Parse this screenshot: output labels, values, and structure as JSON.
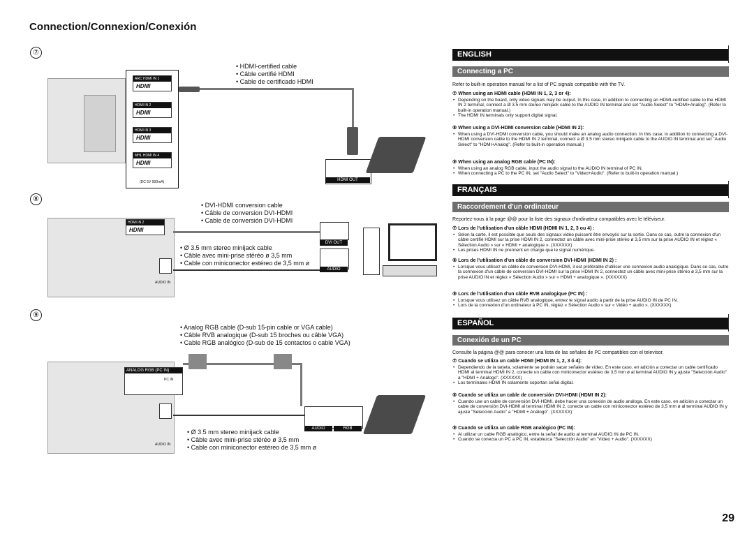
{
  "page": {
    "title": "Connection/Connexion/Conexión",
    "number": "29"
  },
  "diagrams": {
    "d7": {
      "num": "⑦",
      "captions": [
        "HDMI-certified cable",
        "Câble certifié HDMI",
        "Cable de certificado HDMI"
      ],
      "ports": [
        "HDMI IN 1",
        "HDMI IN 2",
        "HDMI IN 3",
        "HDMI IN 4"
      ],
      "port_side": [
        "ARC",
        "",
        "",
        "MHL"
      ],
      "hdmi_logo": "HDMI",
      "dc_note": "(DC 5V 900mA)",
      "pc_tag": "HDMI OUT"
    },
    "d8": {
      "num": "⑧",
      "captions": [
        "DVI-HDMI conversion cable",
        "Câble de conversion DVI-HDMI",
        "Cable de conversión DVI-HDMI"
      ],
      "audio_captions": [
        "Ø 3.5 mm stereo minijack cable",
        "Câble avec mini-prise stéréo ø 3,5 mm",
        "Cable con miniconector estéreo de 3,5 mm ø"
      ],
      "port": "HDMI IN 2",
      "hdmi_logo": "HDMI",
      "dvi_tag": "DVI OUT",
      "audio_tag": "AUDIO",
      "panel_audio": "AUDIO IN"
    },
    "d9": {
      "num": "⑨",
      "captions": [
        "Analog RGB cable (D-sub 15-pin cable or VGA cable)",
        "Câble RVB analogique (D-sub 15 broches ou câble VGA)",
        "Cable RGB analógico (D-sub de 15 contactos o cable VGA)"
      ],
      "audio_captions": [
        "Ø 3.5 mm stereo minijack cable",
        "Câble avec mini-prise stéréo ø 3,5 mm",
        "Cable con miniconector estéreo de 3,5 mm ø"
      ],
      "port": "ANALOG RGB (PC IN)",
      "pc_in": "PC IN",
      "audio_tag": "AUDIO",
      "rgb_tag": "RGB",
      "panel_audio": "AUDIO IN"
    }
  },
  "english": {
    "lang": "ENGLISH",
    "heading": "Connecting a PC",
    "intro": "Refer to built-in operation manual for a list of PC signals compatible with the TV.",
    "items": [
      {
        "h": "⑦ When using an HDMI cable (HDMI IN 1, 2, 3 or 4):",
        "b": [
          "Depending on the board, only video signals may be output. In this case, in addition to connecting an HDMI-certified cable to the HDMI IN 2 terminal, connect a Ø 3.5 mm stereo minijack cable to the AUDIO IN terminal and set \"Audio Select\" to \"HDMI+Analog\". (Refer to built-in operation manual.)",
          "The HDMI IN terminals only support digital signal."
        ]
      },
      {
        "h": "⑧ When using a DVI-HDMI conversion cable (HDMI IN 2):",
        "b": [
          "When using a DVI-HDMI conversion cable, you should make an analog audio connection. In this case, in addition to connecting a DVI-HDMI conversion cable to the HDMI IN 2 terminal, connect a Ø 3.5 mm stereo minijack cable to the AUDIO IN terminal and set \"Audio Select\" to \"HDMI+Analog\". (Refer to built-in operation manual.)"
        ]
      },
      {
        "h": "⑨ When using an analog RGB cable (PC IN):",
        "b": [
          "When using an analog RGB cable, input the audio signal to the AUDIO IN terminal of PC IN.",
          "When connecting a PC to the PC IN, set \"Audio Select\" to \"Video+Audio\". (Refer to built-in operation manual.)"
        ]
      }
    ]
  },
  "francais": {
    "lang": "FRANÇAIS",
    "heading": "Raccordement d'un ordinateur",
    "intro": "Reportez-vous à la page @@ pour la liste des signaux d'ordinateur compatibles avec le téléviseur.",
    "items": [
      {
        "h": "⑦ Lors de l'utilisation d'un câble HDMI (HDMI IN 1, 2, 3 ou 4) :",
        "b": [
          "Selon la carte, il est possible que seuls des signaux vidéo puissent être envoyés sur la sortie. Dans ce cas, outre la connexion d'un câble certifié HDMI sur la prise HDMI IN 2, connectez un câble avec mini-prise stéréo ø 3,5 mm sur la prise AUDIO IN et réglez « Sélection Audio » sur « HDMI + analogique ». (XXXXXX)",
          "Les prises HDMI IN ne prennent en charge que le signal numérique."
        ]
      },
      {
        "h": "⑧ Lors de l'utilisation d'un câble de conversion DVI-HDMI (HDMI IN 2) :",
        "b": [
          "Lorsque vous utilisez un câble de conversion DVI-HDMI, il est préférable d'utiliser une connexion audio analogique. Dans ce cas, outre la connexion d'un câble de conversion DVI-HDMI sur la prise HDMI IN 2, connectez un câble avec mini-prise stéréo ø 3,5 mm sur la prise AUDIO IN et réglez « Sélection Audio » sur « HDMI + analogique ». (XXXXXX)"
        ]
      },
      {
        "h": "⑨ Lors de l'utilisation d'un câble RVB analogique (PC IN) :",
        "b": [
          "Lorsque vous utilisez un câble RVB analogique, entrez le signal audio à partir de la prise AUDIO IN de PC IN.",
          "Lors de la connexion d'un ordinateur à PC IN, réglez « Sélection Audio » sur « Vidéo + audio ». (XXXXXX)"
        ]
      }
    ]
  },
  "espanol": {
    "lang": "ESPAÑOL",
    "heading": "Conexión de un PC",
    "intro": "Consulte la página @@ para conocer una lista de las señales de PC compatibles con el televisor.",
    "items": [
      {
        "h": "⑦ Cuando se utiliza un cable HDMI (HDMI IN 1, 2, 3 ó 4):",
        "b": [
          "Dependiendo de la tarjeta, solamente se podrán sacar señales de vídeo. En este caso, en adición a conectar un cable certificado HDMI al terminal HDMI IN 2, conecte un cable con miniconector estéreo de 3,5 mm ø al terminal AUDIO IN y ajuste \"Selección Audio\" a \"HDMI + Análogo\". (XXXXXX)",
          "Los terminales HDMI IN solamente soportan señal digital."
        ]
      },
      {
        "h": "⑧ Cuando se utiliza un cable de conversión DVI-HDMI (HDMI IN 2):",
        "b": [
          "Cuando use un cable de conversión DVI-HDMI, debe hacer una conexión de audio análoga. En este caso, en adición a conectar un cable de conversión DVI-HDMI al terminal HDMI IN 2, conecte un cable con miniconector estéreo de 3,5 mm ø al terminal AUDIO IN y ajuste \"Selección Audio\" a \"HDMI + Análogo\". (XXXXXX)"
        ]
      },
      {
        "h": "⑨ Cuando se utiliza un cable RGB analógico (PC IN):",
        "b": [
          "Al utilizar un cable RGB analógico, entre la señal de audio al terminal AUDIO IN de PC IN.",
          "Cuando se conecta un PC a PC IN, establezca \"Selección Audio\" en \"Vídeo + Audio\". (XXXXXX)"
        ]
      }
    ]
  }
}
